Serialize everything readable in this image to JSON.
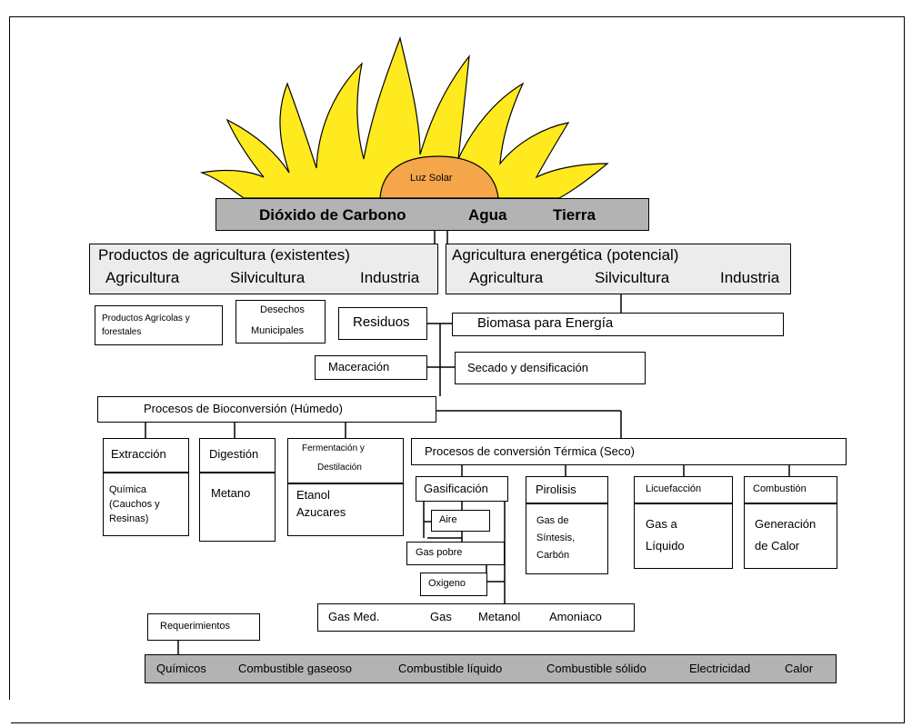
{
  "sun": {
    "label": "Luz Solar"
  },
  "top_bar": {
    "items": [
      "Dióxido  de Carbono",
      "Agua",
      "Tierra"
    ]
  },
  "existing": {
    "title": "Productos de agricultura (existentes)",
    "items": [
      "Agricultura",
      "Silvicultura",
      "Industria"
    ]
  },
  "potential": {
    "title": "Agricultura energética (potencial)",
    "items": [
      "Agricultura",
      "Silvicultura",
      "Industria"
    ]
  },
  "row3": {
    "forest_products": [
      "Productos Agrícolas y",
      "forestales"
    ],
    "municipal": [
      "Desechos",
      "Municipales"
    ],
    "residuos": "Residuos",
    "biomasa": "Biomasa para Energía"
  },
  "row4": {
    "maceracion": "Maceración",
    "secado": "Secado y densificación"
  },
  "bioconversion": "Procesos de Bioconversión (Húmedo)",
  "extraccion": {
    "title": "Extracción",
    "body": [
      "Química",
      "(Cauchos y",
      "Resinas)"
    ]
  },
  "digestion": {
    "title": "Digestión",
    "body": [
      "Metano"
    ]
  },
  "fermentacion": {
    "title": [
      "Fermentación y",
      "Destilación"
    ],
    "body": [
      "Etanol",
      "Azucares"
    ]
  },
  "termica": "Procesos de conversión Térmica (Seco)",
  "gasificacion": {
    "title": "Gasificación",
    "aire": "Aire",
    "gas_pobre": "Gas pobre",
    "oxigeno": "Oxigeno"
  },
  "pirolisis": {
    "title": "Pirolisis",
    "body": [
      "Gas de",
      "Síntesis,",
      "Carbón"
    ]
  },
  "licuefaccion": {
    "title": "Licuefacción",
    "body": [
      "Gas a",
      "Líquido"
    ]
  },
  "combustion": {
    "title": "Combustión",
    "body": [
      "Generación",
      "de Calor"
    ]
  },
  "gas_row": {
    "items": [
      "Gas Med.",
      "Gas",
      "Metanol",
      "Amoniaco"
    ]
  },
  "requerimientos": "Requerimientos",
  "bottom_bar": {
    "items": [
      "Químicos",
      "Combustible gaseoso",
      "Combustible líquido",
      "Combustible sólido",
      "Electricidad",
      "Calor"
    ]
  },
  "colors": {
    "flame": "#ffea1f",
    "sun_core": "#f5a64a",
    "gray_bar": "#b3b3b3",
    "light_box": "#ececec"
  }
}
